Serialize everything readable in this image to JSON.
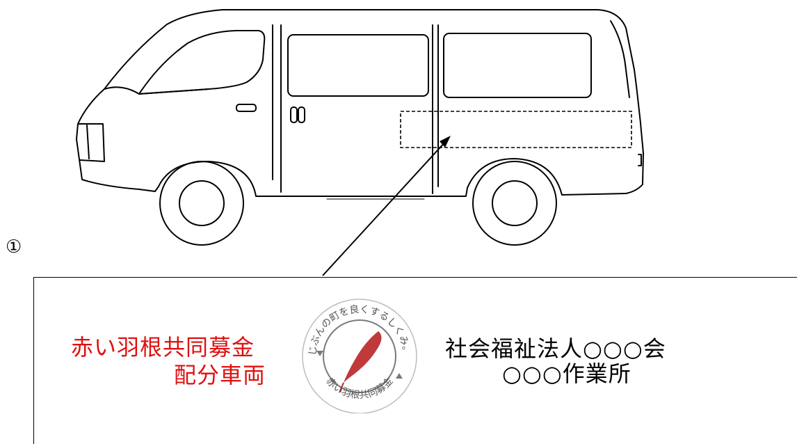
{
  "marker": "①",
  "sign": {
    "red_line1": "赤い羽根共同募金",
    "red_line2": "配分車両",
    "org_line1": "社会福祉法人○○○会",
    "org_line2": "○○○作業所"
  },
  "logo": {
    "arc_top_text": "じぶんの町を良くするしくみ。",
    "arc_bottom_text": "赤い羽根共同募金",
    "icon": "red-feather-icon"
  },
  "colors": {
    "accent_red": "#e01010",
    "feather_red": "#c0393b",
    "logo_gray": "#7a7a7a"
  }
}
